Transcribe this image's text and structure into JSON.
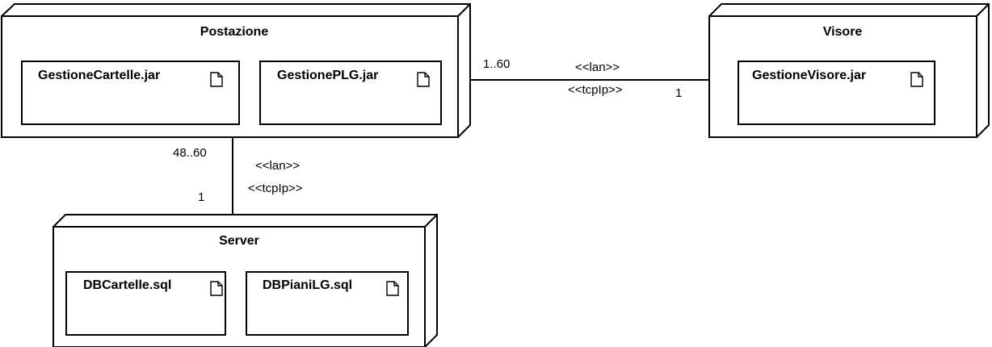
{
  "nodes": [
    {
      "id": "postazione",
      "title": "Postazione",
      "artifacts": [
        "GestioneCartelle.jar",
        "GestionePLG.jar"
      ]
    },
    {
      "id": "visore",
      "title": "Visore",
      "artifacts": [
        "GestioneVisore.jar"
      ]
    },
    {
      "id": "server",
      "title": "Server",
      "artifacts": [
        "DBCartelle.sql",
        "DBPianiLG.sql"
      ]
    }
  ],
  "links": [
    {
      "from": "postazione",
      "to": "visore",
      "stereotypes": [
        "<<lan>>",
        "<<tcpIp>>"
      ],
      "multiplicity_from": "1..60",
      "multiplicity_to": "1"
    },
    {
      "from": "postazione",
      "to": "server",
      "stereotypes": [
        "<<lan>>",
        "<<tcpIp>>"
      ],
      "multiplicity_from": "48..60",
      "multiplicity_to": "1"
    }
  ]
}
